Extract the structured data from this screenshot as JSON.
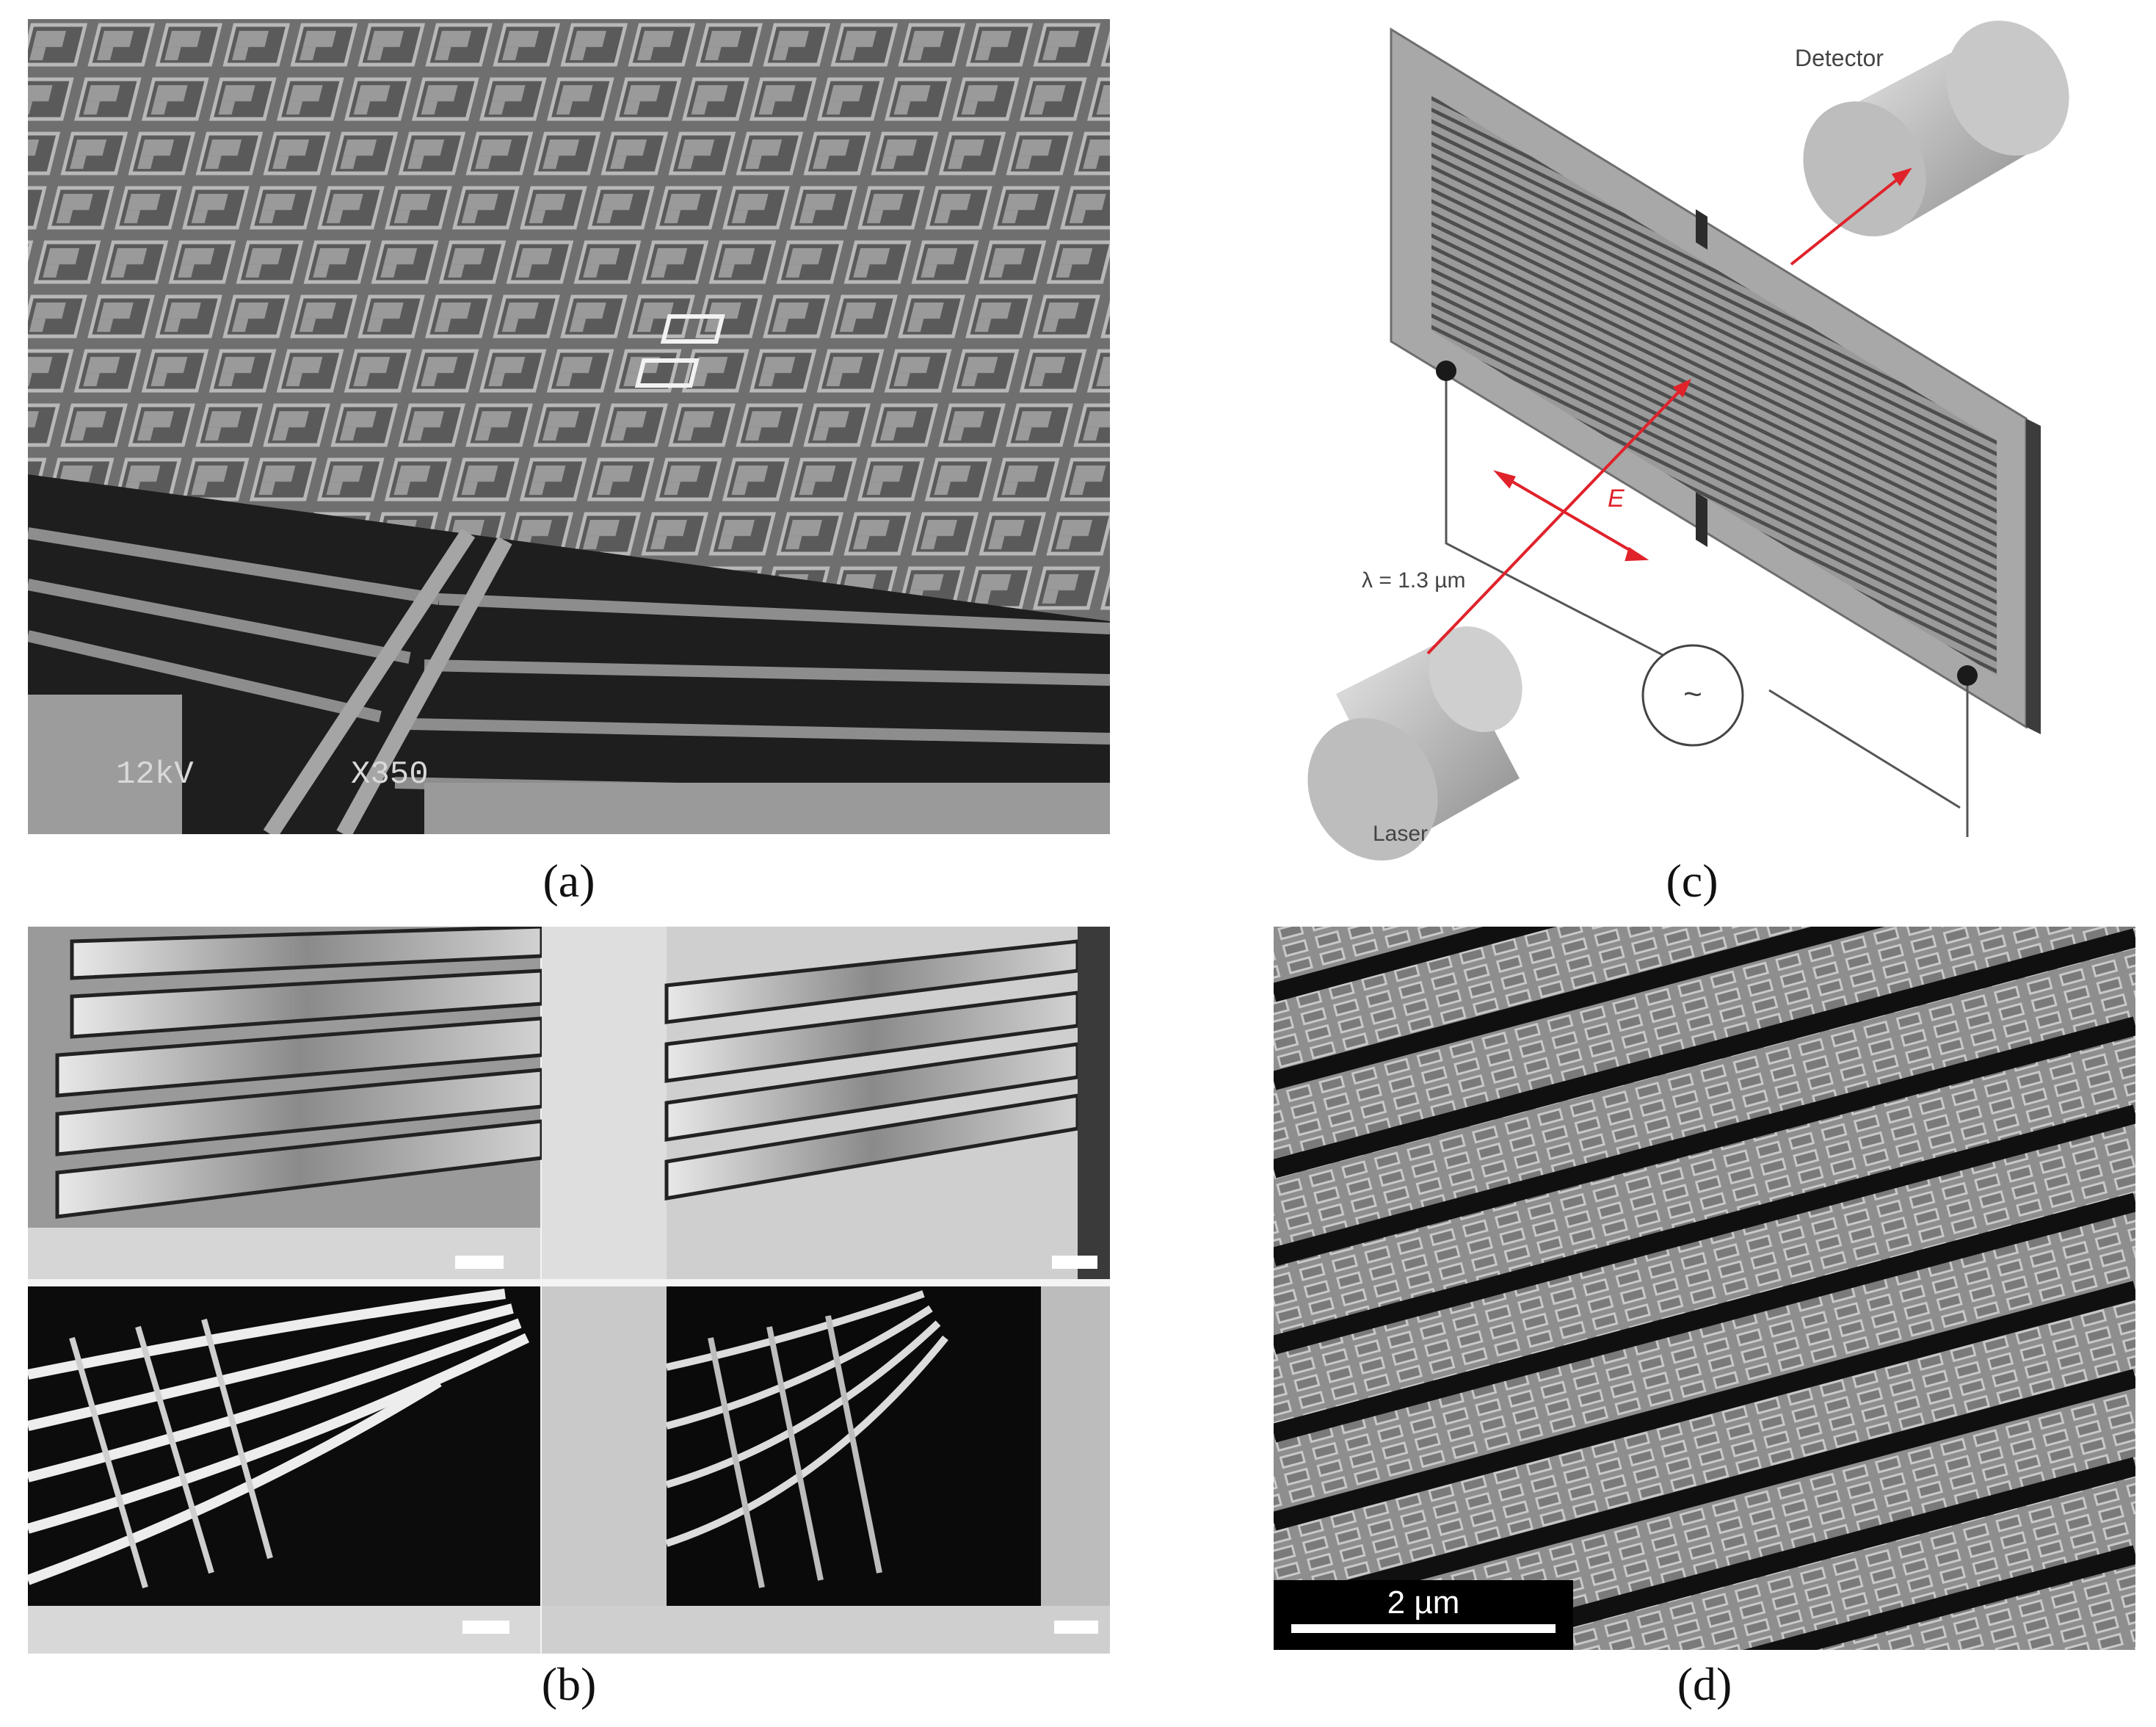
{
  "panels": {
    "a": {
      "caption": "(a)",
      "sem_voltage": "12kV",
      "sem_magnification": "X350"
    },
    "b": {
      "caption": "(b)"
    },
    "c": {
      "caption": "(c)",
      "detector_label": "Detector",
      "laser_label": "Laser",
      "wavelength_label": "λ = 1.3 µm",
      "field_label": "E",
      "source_symbol": "~",
      "colors": {
        "beam": "#e0222a",
        "lines": "#555555"
      }
    },
    "d": {
      "caption": "(d)",
      "scale_bar_label": "2 µm"
    }
  }
}
